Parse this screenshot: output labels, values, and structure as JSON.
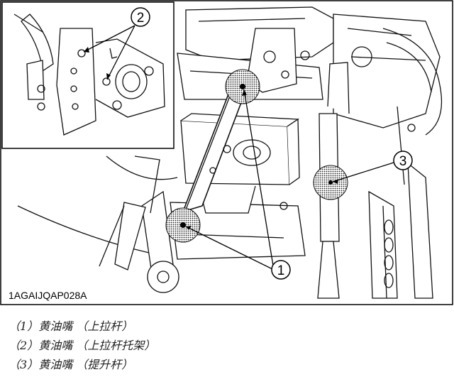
{
  "figure": {
    "code": "1AGAIJQAP028A",
    "callouts": [
      "1",
      "2",
      "3"
    ]
  },
  "legend": [
    {
      "num": "（1）",
      "text": "黄油嘴 （上拉杆）"
    },
    {
      "num": "（2）",
      "text": "黄油嘴 （上拉杆托架）"
    },
    {
      "num": "（3）",
      "text": "黄油嘴 （提升杆）"
    }
  ]
}
